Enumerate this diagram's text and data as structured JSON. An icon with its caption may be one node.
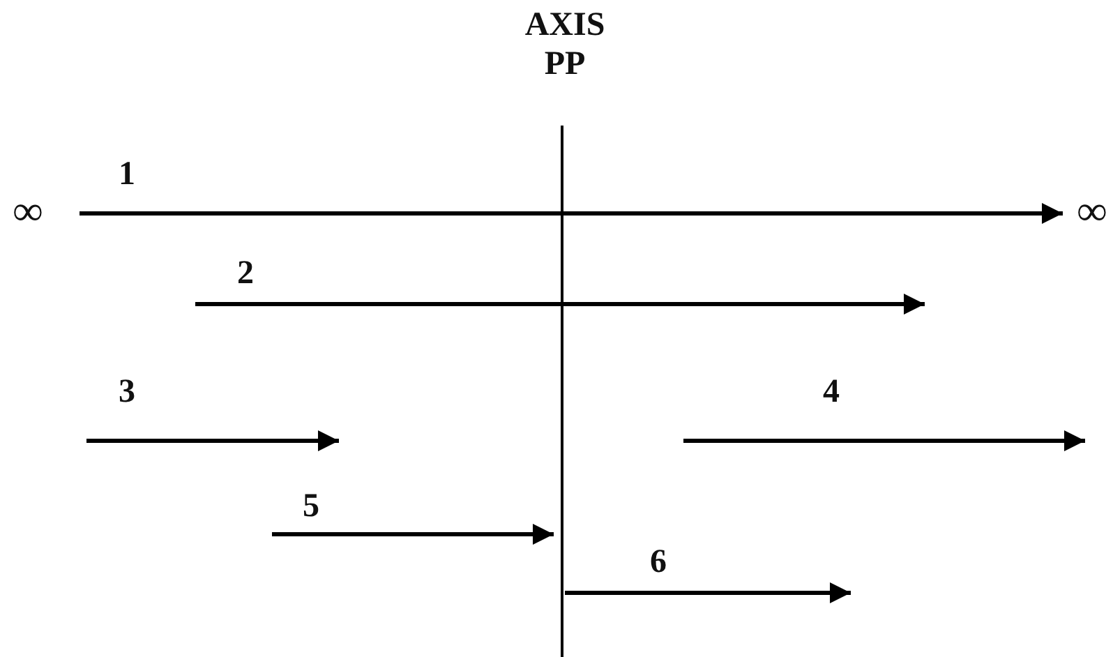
{
  "diagram": {
    "nodes": [
      {
        "text": [
          "∞"
        ]
      },
      {
        "text": [
          "∞"
        ]
      }
    ],
    "edges": [
      {
        "from": 0,
        "to": 1,
        "arrow": "to",
        "label": "1"
      }
    ],
    "labels": [
      "AXIS PP",
      "2",
      "3",
      "4",
      "5",
      "6"
    ]
  }
}
